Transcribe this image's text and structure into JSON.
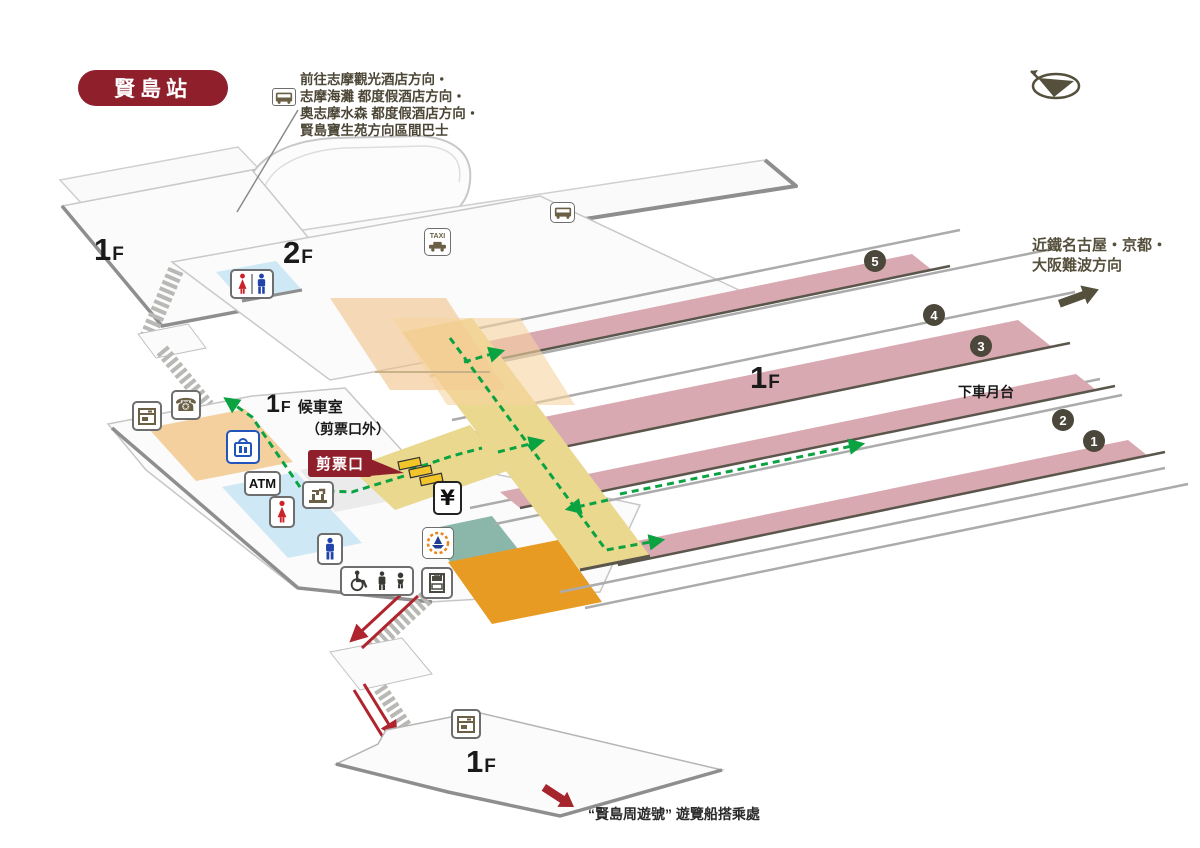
{
  "station": {
    "name_badge": "賢島站"
  },
  "bus_notice": {
    "icon": "bus-icon",
    "lines": [
      "前往志摩觀光酒店方向・",
      "志摩海灘 都度假酒店方向・",
      "奧志摩水森 都度假酒店方向・",
      "賢島寶生苑方向區間巴士"
    ]
  },
  "kintetsu_direction": {
    "lines": [
      "近鐵名古屋・京都・",
      "大阪難波方向"
    ],
    "arrow": "direction-arrow-up-right"
  },
  "floors": {
    "upper_left": {
      "num": "1",
      "suffix": "F"
    },
    "upper_right": {
      "num": "2",
      "suffix": "F"
    },
    "concourse": {
      "num": "1",
      "suffix": "F"
    },
    "platform_area": {
      "num": "1",
      "suffix": "F"
    },
    "boat_pier": {
      "num": "1",
      "suffix": "F"
    }
  },
  "waiting_room": {
    "title": "候車室",
    "subtitle": "（剪票口外）"
  },
  "ticket_gate_badge": "剪票口",
  "alighting_platform_label": "下車月台",
  "platforms": [
    {
      "number": "5"
    },
    {
      "number": "4"
    },
    {
      "number": "3"
    },
    {
      "number": "2"
    },
    {
      "number": "1"
    }
  ],
  "boat_notice": "“賢島周遊號” 遊覽船搭乘處",
  "text_icons": {
    "atm": "ATM",
    "yen": "¥",
    "taxi": "TAXI",
    "phone_glyph": "☎"
  },
  "icons": {
    "restroom": "restroom-icon",
    "female_restroom": "female-toilet-icon",
    "male_restroom": "male-toilet-icon",
    "accessible_restroom": "accessible-toilet-icon",
    "coin_locker": "coin-locker-icon",
    "public_phone": "phone-icon",
    "kiosk": "kiosk-shop-icon",
    "drinking_fountain": "drinking-fountain-icon",
    "ticket_machines": "ticket-gate-blocks",
    "sightseeing_boat_counter": "boat-ticket-icon",
    "vending_locker": "vending-locker-icon",
    "taxi_stand": "taxi-icon",
    "bus_stop": "bus-stop-icon",
    "boat_pier": "boat-icon",
    "escalator": "escalator-red-rails",
    "stairs": "stairs-hatch"
  },
  "colors": {
    "badge_red": "#8e1f2b",
    "platform_pink": "#d9a9b2",
    "walkway_yellow": "#e9d88e",
    "canopy_orange": "#f4cf9f",
    "shop_orange": "#f3d09e",
    "block_orange": "#e89b22",
    "teal": "#8bb7ab",
    "toilet_blue": "#cfe8f6",
    "route_green": "#0ba342",
    "escalator_red": "#b0242e",
    "olive_text": "#55503c",
    "track_gray": "#ababab",
    "edge_gray": "#8e8e8e"
  }
}
